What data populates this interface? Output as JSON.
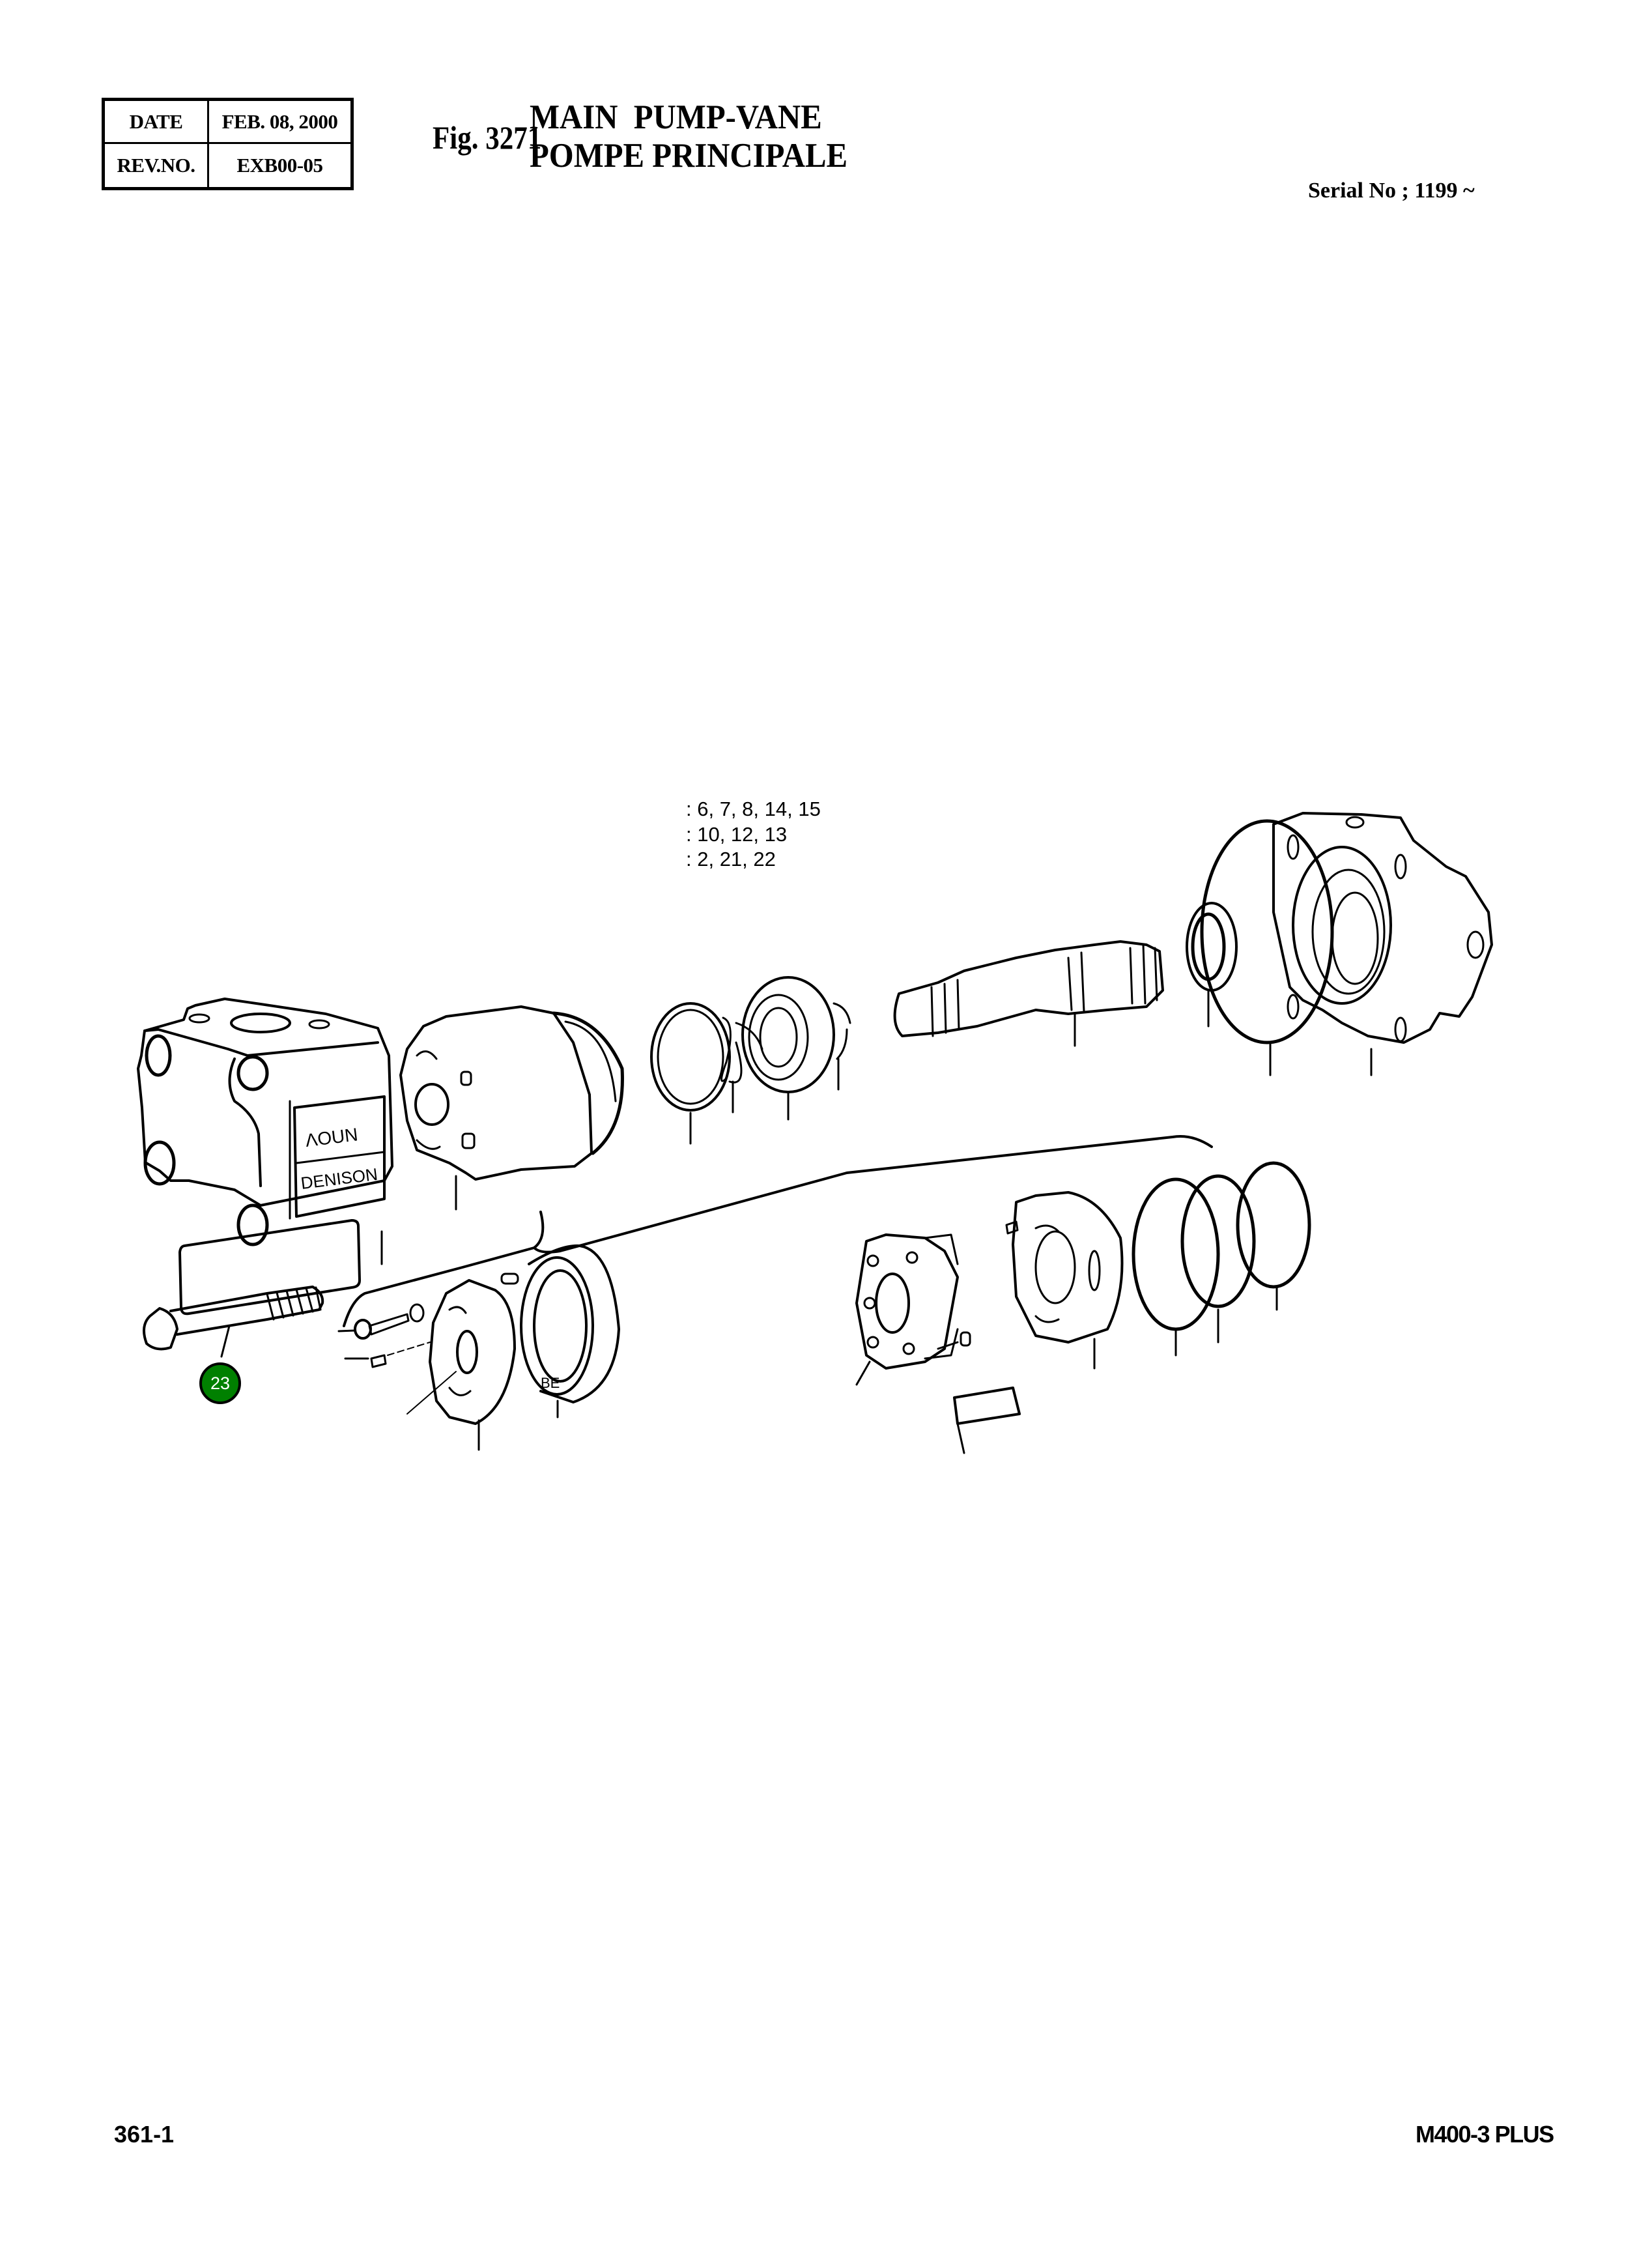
{
  "revision_box": {
    "date_label": "DATE",
    "date_value": "FEB. 08, 2000",
    "rev_label": "REV.NO.",
    "rev_value": "EXB00-05"
  },
  "header": {
    "figure_number": "Fig. 3271",
    "title_en": "MAIN  PUMP-VANE",
    "title_fr": "POMPE PRINCIPALE",
    "serial": "Serial No ; 1199 ~"
  },
  "legend": {
    "lines": [
      ": 6, 7, 8, 14, 15",
      ": 10, 12, 13",
      ": 2, 21, 22"
    ]
  },
  "diagram": {
    "type": "exploded-parts-view",
    "components": [
      "rear-housing",
      "hex-bolt",
      "name-plate",
      "cartridge-assembly",
      "snap-ring",
      "retaining-ring",
      "ball-bearing",
      "circlip",
      "drive-shaft",
      "shaft-seal",
      "o-ring",
      "front-housing",
      "end-plate",
      "cap-screw",
      "washer",
      "dowel-pin",
      "cam-ring",
      "rotor-with-vanes",
      "pressure-plate",
      "backup-ring",
      "seal-ring",
      "vane-pack"
    ],
    "callouts": [
      {
        "number": "23",
        "color": "#008000",
        "text_color": "#ffffff",
        "target": "hex-bolt"
      }
    ]
  },
  "footer": {
    "page_number": "361-1",
    "model": "M400-3 PLUS"
  }
}
